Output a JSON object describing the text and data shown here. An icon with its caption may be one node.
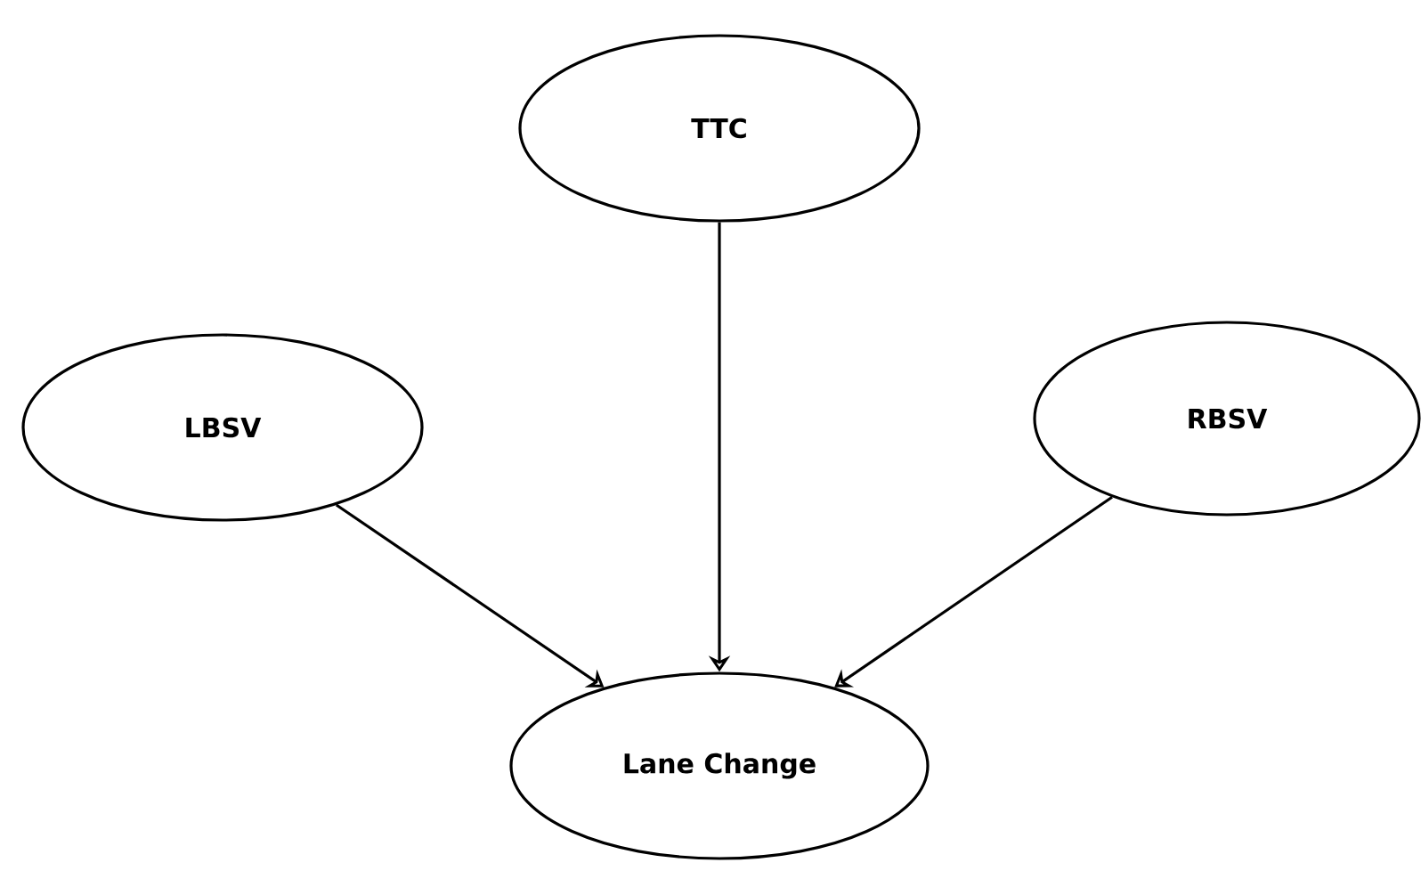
{
  "diagram": {
    "nodes": [
      {
        "text": [
          "TTC"
        ]
      },
      {
        "text": [
          "LBSV"
        ]
      },
      {
        "text": [
          "RBSV"
        ]
      },
      {
        "text": [
          "Lane Change"
        ]
      }
    ],
    "edges": [
      {
        "from": 0,
        "to": 3,
        "arrow": "to"
      },
      {
        "from": 1,
        "to": 3,
        "arrow": "to"
      },
      {
        "from": 2,
        "to": 3,
        "arrow": "to"
      }
    ]
  }
}
